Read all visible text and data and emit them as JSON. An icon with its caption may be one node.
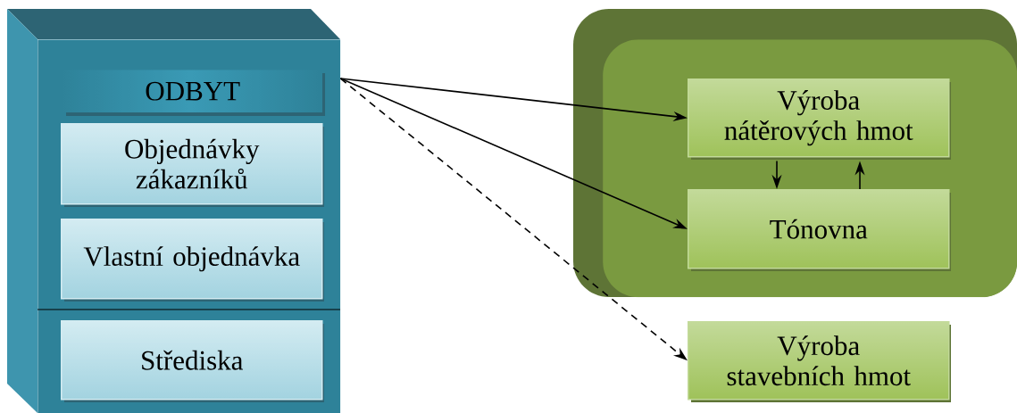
{
  "diagram": {
    "nodes": [
      {
        "text": [],
        "shape": "box"
      },
      {
        "text": [
          "ODBYT"
        ],
        "in": 0
      },
      {
        "text": [
          "Objednávky zákazníků"
        ],
        "in": 0
      },
      {
        "text": [
          "Vlastní objednávka"
        ],
        "in": 0
      },
      {
        "text": [
          "Střediska"
        ],
        "in": 0
      },
      {
        "text": [],
        "shape": "box"
      },
      {
        "text": [
          "Výroba nátěrových hmot"
        ],
        "in": 5
      },
      {
        "text": [
          "Tónovna"
        ],
        "in": 5
      },
      {
        "text": [
          "Výroba stavebních hmot"
        ]
      }
    ],
    "edges": [
      {
        "from": 1,
        "to": 6,
        "arrow": "to"
      },
      {
        "from": 1,
        "to": 7,
        "arrow": "to"
      },
      {
        "from": 1,
        "to": 8,
        "arrow": "to",
        "style": "dashed"
      },
      {
        "from": 6,
        "to": 7,
        "arrow": "to"
      },
      {
        "from": 7,
        "to": 6,
        "arrow": "to"
      }
    ]
  }
}
